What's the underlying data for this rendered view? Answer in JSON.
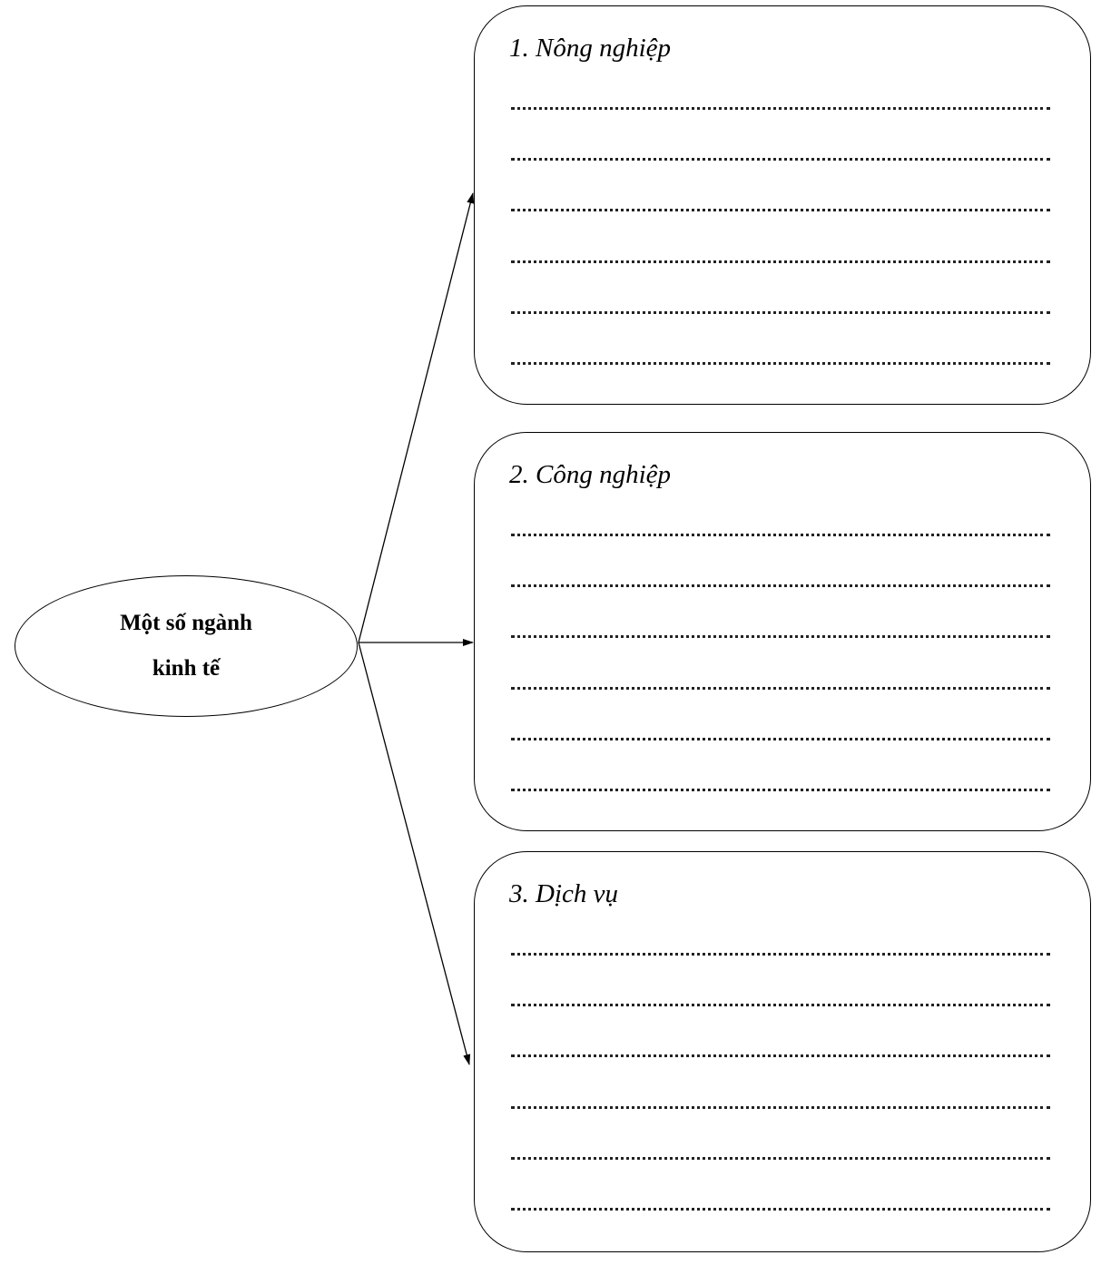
{
  "center": {
    "line1": "Một số ngành",
    "line2": "kinh tế"
  },
  "branches": [
    {
      "title": "1. Nông nghiệp"
    },
    {
      "title": "2. Công nghiệp"
    },
    {
      "title": "3. Dịch vụ"
    }
  ]
}
